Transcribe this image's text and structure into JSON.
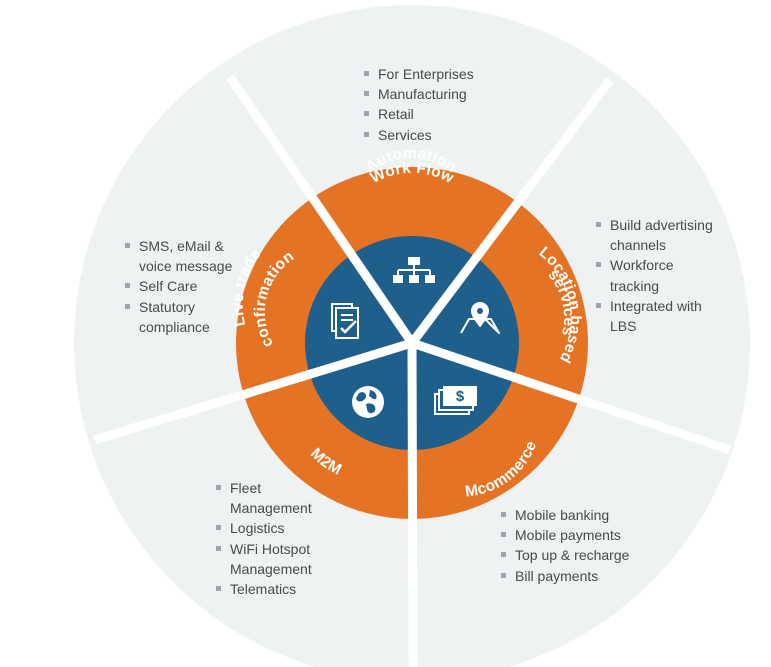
{
  "colors": {
    "outer_ring": "#eef2f3",
    "middle_ring": "#e57324",
    "inner_circle": "#1f5f8b",
    "divider": "#ffffff",
    "bullet_text": "#4a4a4a",
    "bullet_marker": "#9fa5a8"
  },
  "segments": [
    {
      "id": "workflow",
      "label_lines": [
        "Work Flow",
        "Automation"
      ],
      "icon": "org-chart-icon",
      "bullets": [
        "For Enterprises",
        "Manufacturing",
        "Retail",
        "Services"
      ]
    },
    {
      "id": "location",
      "label_lines": [
        "Location based",
        "services"
      ],
      "icon": "map-pin-icon",
      "bullets": [
        "Build advertising channels",
        "Workforce tracking",
        "Integrated with LBS"
      ]
    },
    {
      "id": "mcommerce",
      "label_lines": [
        "Mcommerce"
      ],
      "icon": "money-icon",
      "bullets": [
        "Mobile banking",
        "Mobile payments",
        "Top up & recharge",
        "Bill payments"
      ]
    },
    {
      "id": "m2m",
      "label_lines": [
        "M2M"
      ],
      "icon": "globe-icon",
      "bullets": [
        "Fleet Management",
        "Logistics",
        "WiFi Hotspot Management",
        "Telematics"
      ]
    },
    {
      "id": "livetrade",
      "label_lines": [
        "Live trade",
        "confirmation"
      ],
      "icon": "document-check-icon",
      "bullets": [
        "SMS, eMail & voice message",
        "Self Care",
        "Statutory compliance"
      ]
    }
  ]
}
